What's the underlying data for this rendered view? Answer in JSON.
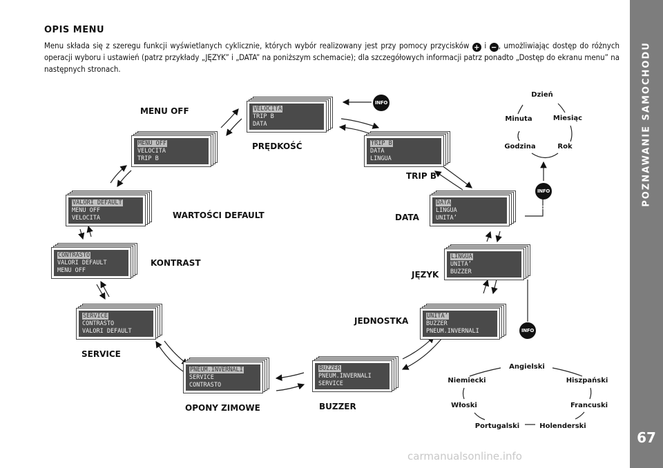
{
  "sidebar": {
    "title": "POZNAWANIE SAMOCHODU",
    "page_number": "67"
  },
  "heading": "OPIS MENU",
  "paragraph": {
    "part1": "Menu składa się z szeregu funkcji wyświetlanych cyklicznie, których wybór realizowany jest przy pomocy przycisków",
    "conj": "i",
    "part2": ", umożliwiając dostęp do różnych operacji wyboru i ustawień (patrz przykłady „JĘZYK” i „DATA” na poniższym schemacie); dla szczegółowych informacji patrz ponadto „Dostęp do ekranu menu” na następnych stronach.",
    "plus_icon": "+",
    "minus_icon": "−"
  },
  "screens": [
    {
      "lines": [
        "VELOCITA",
        "TRIP B",
        "DATA"
      ],
      "label": "PRĘDKOŚĆ"
    },
    {
      "lines": [
        "TRIP B",
        "DATA",
        "LINGUA"
      ],
      "label": "TRIP B"
    },
    {
      "lines": [
        "DATA",
        "LINGUA",
        "UNITA’"
      ],
      "label": "DATA"
    },
    {
      "lines": [
        "LINGUA",
        "UNITA’",
        "BUZZER"
      ],
      "label": "JĘZYK"
    },
    {
      "lines": [
        "UNITA’",
        "BUZZER",
        "PNEUM.INVERNALI"
      ],
      "label": "JEDNOSTKA"
    },
    {
      "lines": [
        "BUZZER",
        "PNEUM.INVERNALI",
        "SERVICE"
      ],
      "label": "BUZZER"
    },
    {
      "lines": [
        "PNEUM.INVERNALI",
        "SERVICE",
        "CONTRASTO"
      ],
      "label": "OPONY ZIMOWE"
    },
    {
      "lines": [
        "SERVICE",
        "CONTRASTO",
        "VALORI DEFAULT"
      ],
      "label": "SERVICE"
    },
    {
      "lines": [
        "CONTRASTO",
        "VALORI DEFAULT",
        "MENU OFF"
      ],
      "label": "KONTRAST"
    },
    {
      "lines": [
        "VALORI DEFAULT",
        "MENU OFF",
        "VELOCITA"
      ],
      "label": "WARTOŚCI DEFAULT"
    },
    {
      "lines": [
        "MENU OFF",
        "VELOCITA",
        "TRIP B"
      ],
      "label": "MENU OFF"
    }
  ],
  "info_label": "INFO 1",
  "date_cycle": [
    "Dzień",
    "Miesiąc",
    "Rok",
    "Godzina",
    "Minuta"
  ],
  "language_cycle": [
    "Angielski",
    "Hiszpański",
    "Francuski",
    "Holenderski",
    "Portugalski",
    "Włoski",
    "Niemiecki"
  ],
  "footer": "carmanualsonline.info"
}
